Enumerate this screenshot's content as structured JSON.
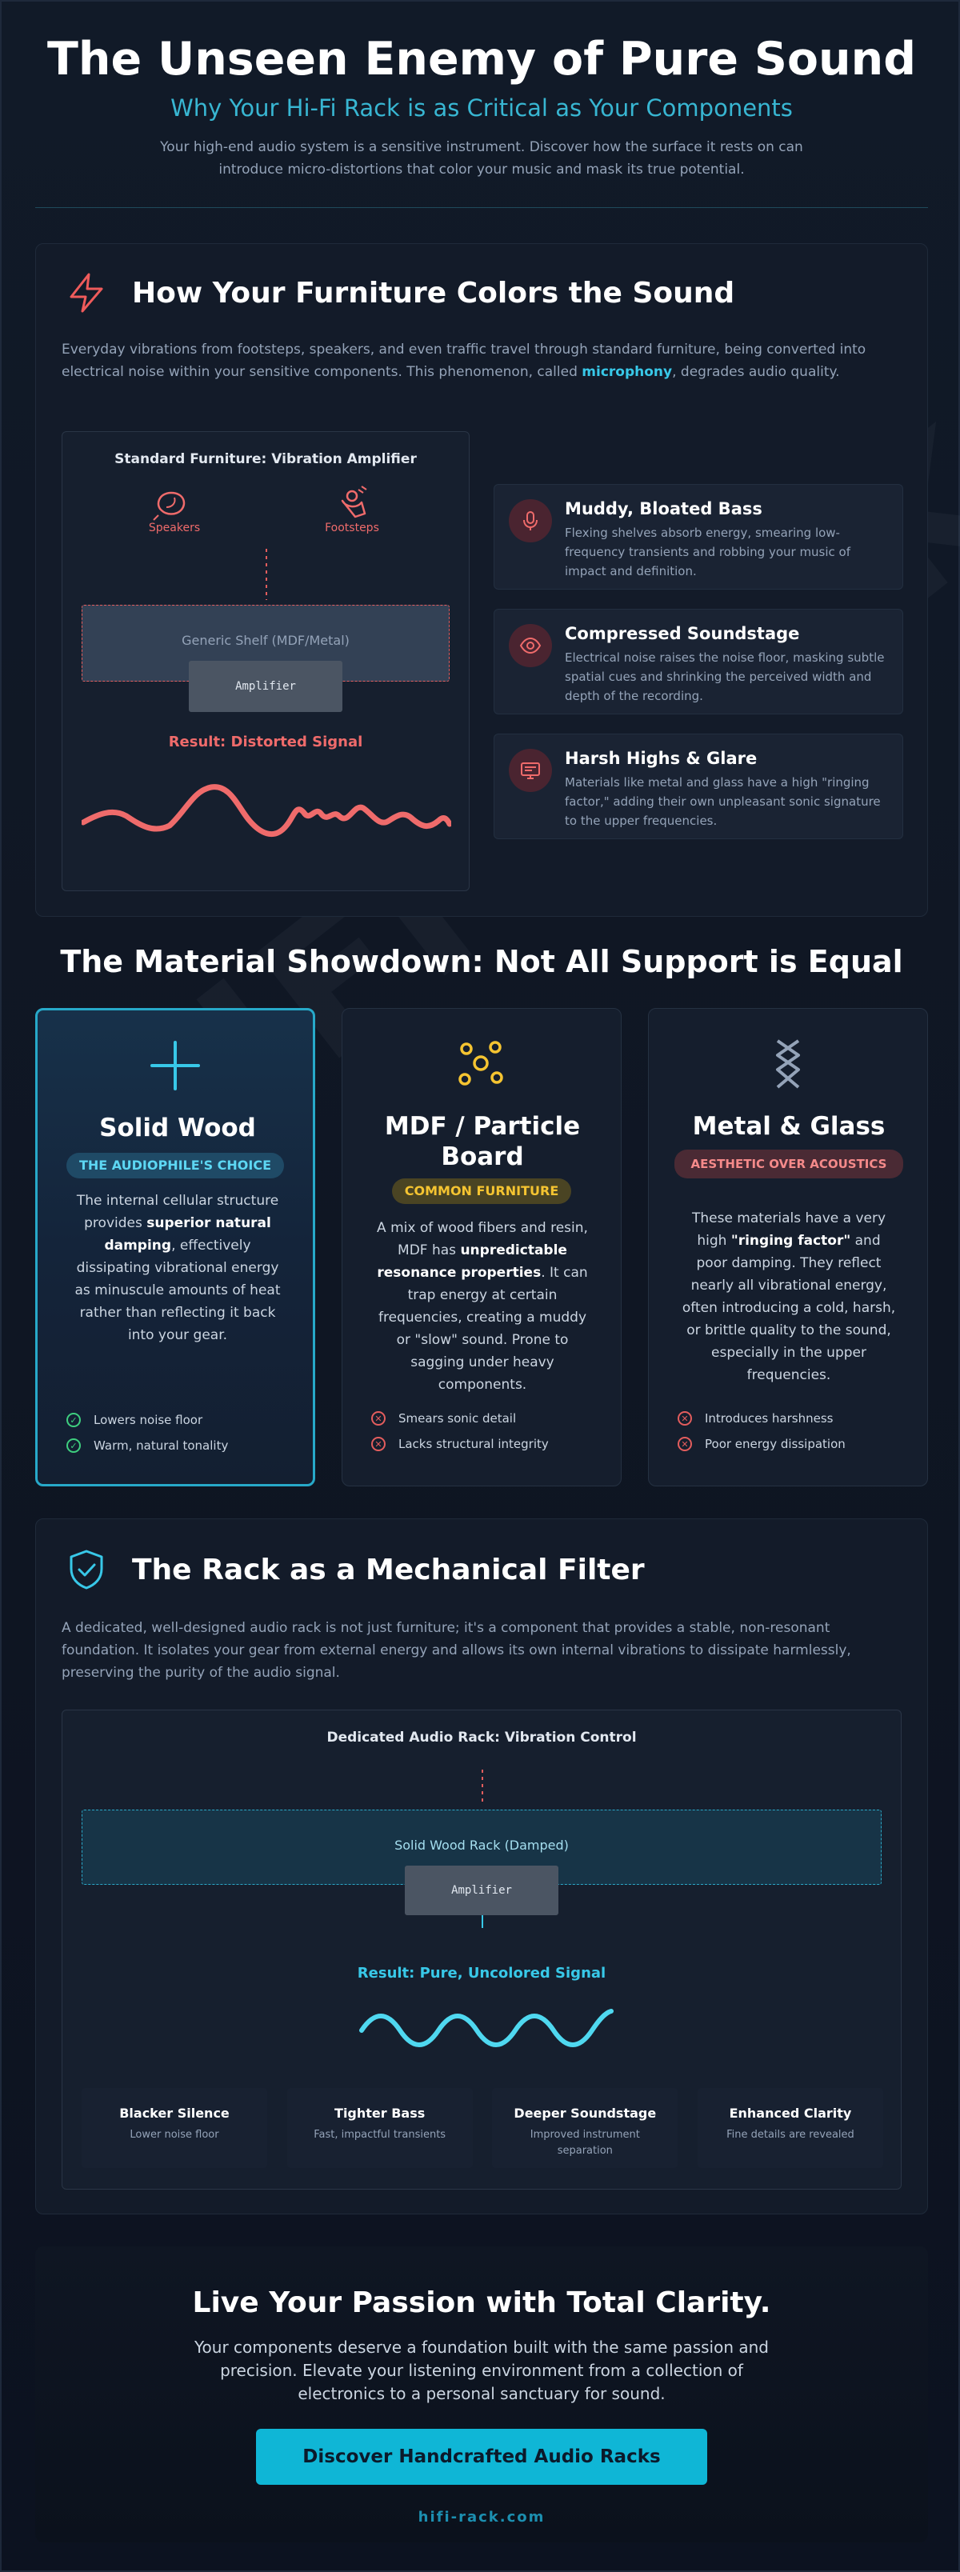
{
  "hero": {
    "title": "The Unseen Enemy of Pure Sound",
    "subtitle": "Why Your Hi-Fi Rack is as Critical as Your Components",
    "intro": "Your high-end audio system is a sensitive instrument. Discover how the surface it rests on can introduce micro-distortions that color your music and mask its true potential."
  },
  "watermark": "HIFI-RACK.COM",
  "section1": {
    "title": "How Your Furniture Colors the Sound",
    "icon": "lightning-icon",
    "desc_before": "Everyday vibrations from footsteps, speakers, and even traffic travel through standard furniture, being converted into electrical noise within your sensitive components. This phenomenon, called ",
    "desc_highlight": "microphony",
    "desc_after": ", degrades audio quality.",
    "diagram": {
      "title": "Standard Furniture: Vibration Amplifier",
      "source_left": "Speakers",
      "source_right": "Footsteps",
      "shelf": "Generic Shelf (MDF/Metal)",
      "device": "Amplifier",
      "result": "Result: Distorted Signal"
    },
    "effects": [
      {
        "title": "Muddy, Bloated Bass",
        "icon": "microphone-icon",
        "text": "Flexing shelves absorb energy, smearing low-frequency transients and robbing your music of impact and definition."
      },
      {
        "title": "Compressed Soundstage",
        "icon": "eye-icon",
        "text": "Electrical noise raises the noise floor, masking subtle spatial cues and shrinking the perceived width and depth of the recording."
      },
      {
        "title": "Harsh Highs & Glare",
        "icon": "monitor-icon",
        "text": "Materials like metal and glass have a high \"ringing factor,\" adding their own unpleasant sonic signature to the upper frequencies."
      }
    ]
  },
  "showdown": {
    "title": "The Material Showdown: Not All Support is Equal",
    "cards": [
      {
        "title": "Solid Wood",
        "icon": "plus-icon",
        "badge": "THE AUDIOPHILE'S CHOICE",
        "text_1": "The internal cellular structure provides ",
        "text_bold": "superior natural damping",
        "text_2": ", effectively dissipating vibrational energy as minuscule amounts of heat rather than reflecting it back into your gear.",
        "points": [
          "Lowers noise floor",
          "Warm, natural tonality"
        ]
      },
      {
        "title": "MDF / Particle Board",
        "icon": "molecule-icon",
        "badge": "COMMON FURNITURE",
        "text_1": "A mix of wood fibers and resin, MDF has ",
        "text_bold": "unpredictable resonance properties",
        "text_2": ". It can trap energy at certain frequencies, creating a muddy or \"slow\" sound. Prone to sagging under heavy components.",
        "points": [
          "Smears sonic detail",
          "Lacks structural integrity"
        ]
      },
      {
        "title": "Metal & Glass",
        "icon": "chain-icon",
        "badge": "AESTHETIC OVER ACOUSTICS",
        "text_1": "These materials have a very high ",
        "text_bold": "\"ringing factor\"",
        "text_2": " and poor damping. They reflect nearly all vibrational energy, often introducing a cold, harsh, or brittle quality to the sound, especially in the upper frequencies.",
        "points": [
          "Introduces harshness",
          "Poor energy dissipation"
        ]
      }
    ]
  },
  "section3": {
    "title": "The Rack as a Mechanical Filter",
    "icon": "shield-check-icon",
    "desc": "A dedicated, well-designed audio rack is not just furniture; it's a component that provides a stable, non-resonant foundation. It isolates your gear from external energy and allows its own internal vibrations to dissipate harmlessly, preserving the purity of the audio signal.",
    "diagram": {
      "title": "Dedicated Audio Rack: Vibration Control",
      "shelf": "Solid Wood Rack (Damped)",
      "device": "Amplifier",
      "result": "Result: Pure, Uncolored Signal"
    },
    "benefits": [
      {
        "title": "Blacker Silence",
        "text": "Lower noise floor"
      },
      {
        "title": "Tighter Bass",
        "text": "Fast, impactful transients"
      },
      {
        "title": "Deeper Soundstage",
        "text": "Improved instrument separation"
      },
      {
        "title": "Enhanced Clarity",
        "text": "Fine details are revealed"
      }
    ]
  },
  "cta": {
    "title": "Live Your Passion with Total Clarity.",
    "text": "Your components deserve a foundation built with the same passion and precision. Elevate your listening environment from a collection of electronics to a personal sanctuary for sound.",
    "button": "Discover Handcrafted Audio Racks",
    "link": "hifi-rack.com"
  },
  "colors": {
    "accent": "#38c8e8",
    "danger": "#ef6b6b",
    "ok": "#3ecf7f",
    "gold": "#f5c431"
  }
}
